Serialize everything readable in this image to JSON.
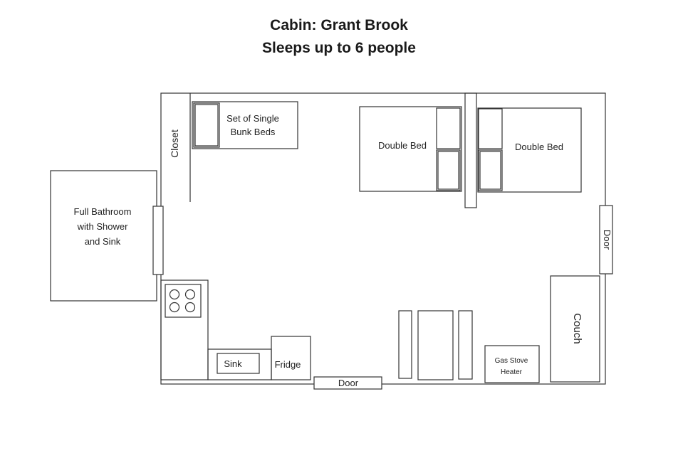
{
  "title": "Cabin: Grant Brook",
  "subtitle": "Sleeps up to 6 people",
  "colors": {
    "line": "#333333",
    "background": "#ffffff",
    "text": "#222222"
  },
  "rooms": {
    "closet": "Closet",
    "bathroom": [
      "Full Bathroom",
      "with Shower",
      "and Sink"
    ]
  },
  "furniture": {
    "bunk_beds": [
      "Set of Single",
      "Bunk Beds"
    ],
    "double_bed_left": "Double Bed",
    "double_bed_right": "Double Bed",
    "sink": "Sink",
    "fridge": "Fridge",
    "couch": "Couch",
    "stove_heater": [
      "Gas Stove",
      "Heater"
    ]
  },
  "doors": {
    "right": "Door",
    "bottom": "Door"
  }
}
